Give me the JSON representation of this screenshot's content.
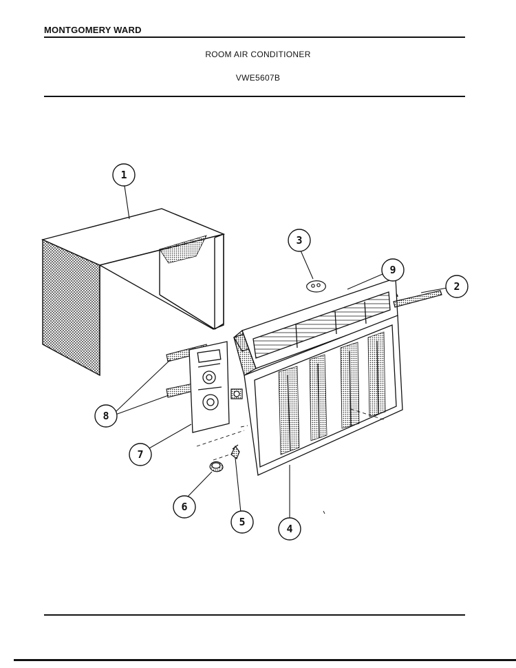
{
  "header": {
    "brand": "MONTGOMERY WARD",
    "title": "ROOM AIR CONDITIONER",
    "model": "VWE5607B"
  },
  "diagram": {
    "callouts": [
      {
        "id": "cabinet",
        "label": "1"
      },
      {
        "id": "strip-right",
        "label": "2"
      },
      {
        "id": "clip",
        "label": "3"
      },
      {
        "id": "front-grille",
        "label": "4"
      },
      {
        "id": "switch-small",
        "label": "5"
      },
      {
        "id": "control-knob",
        "label": "6"
      },
      {
        "id": "control-panel",
        "label": "7"
      },
      {
        "id": "gaskets",
        "label": "8"
      },
      {
        "id": "louver-panel",
        "label": "9"
      }
    ]
  },
  "colors": {
    "ink": "#111111",
    "paper": "#ffffff"
  }
}
